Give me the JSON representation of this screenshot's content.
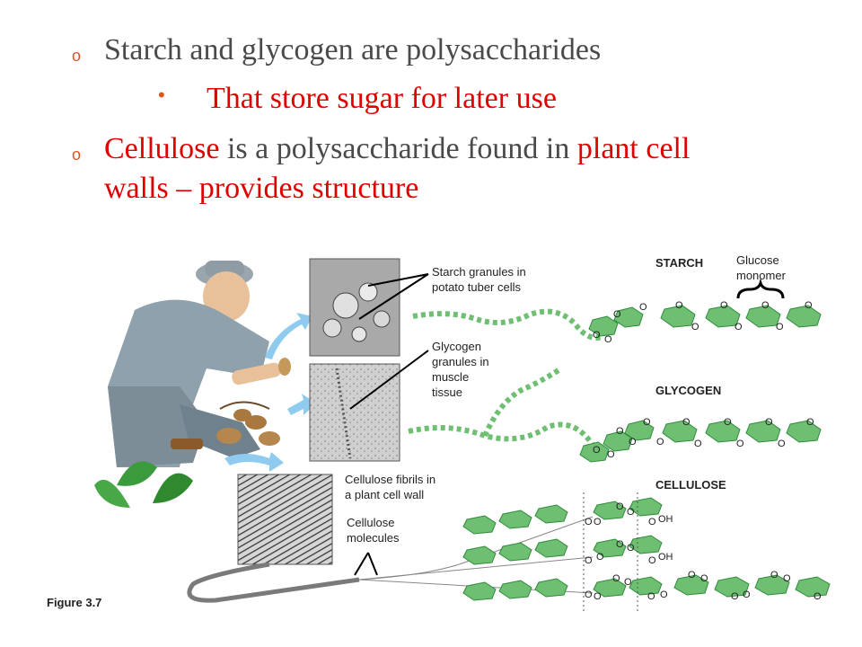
{
  "bullets": {
    "b1": "Starch and glycogen are polysaccharides",
    "b2": "That store sugar for later use",
    "b3_red1": "Cellulose",
    "b3_dark": " is a polysaccharide found in ",
    "b3_red2": "plant cell",
    "b3_line2": "walls – provides structure",
    "marker_o": "o",
    "marker_dot": "•"
  },
  "figure": {
    "starch_granules": [
      "Starch granules in",
      "potato tuber cells"
    ],
    "glycogen_granules": [
      "Glycogen",
      "granules in",
      "muscle",
      "tissue"
    ],
    "cellulose_fibrils": [
      "Cellulose fibrils in",
      "a plant cell wall"
    ],
    "cellulose_molecules": [
      "Cellulose",
      "molecules"
    ],
    "starch_header": "STARCH",
    "glycogen_header": "GLYCOGEN",
    "cellulose_header": "CELLULOSE",
    "glucose_monomer": [
      "Glucose",
      "monomer"
    ],
    "oxygen_label": "O",
    "oh_label": "OH",
    "figure_number": "Figure 3.7"
  },
  "colors": {
    "accent_red": "#e00000",
    "bullet_marker": "#e0541c",
    "text_gray": "#4a4a4a",
    "glucose_fill": "#6fbf73",
    "glucose_dark": "#2e8b3a",
    "arrow_blue": "#8ecbef"
  },
  "icons": [
    "person-illustration",
    "potato-plant",
    "micrograph-starch",
    "micrograph-glycogen",
    "micrograph-cellulose",
    "curved-arrow"
  ]
}
